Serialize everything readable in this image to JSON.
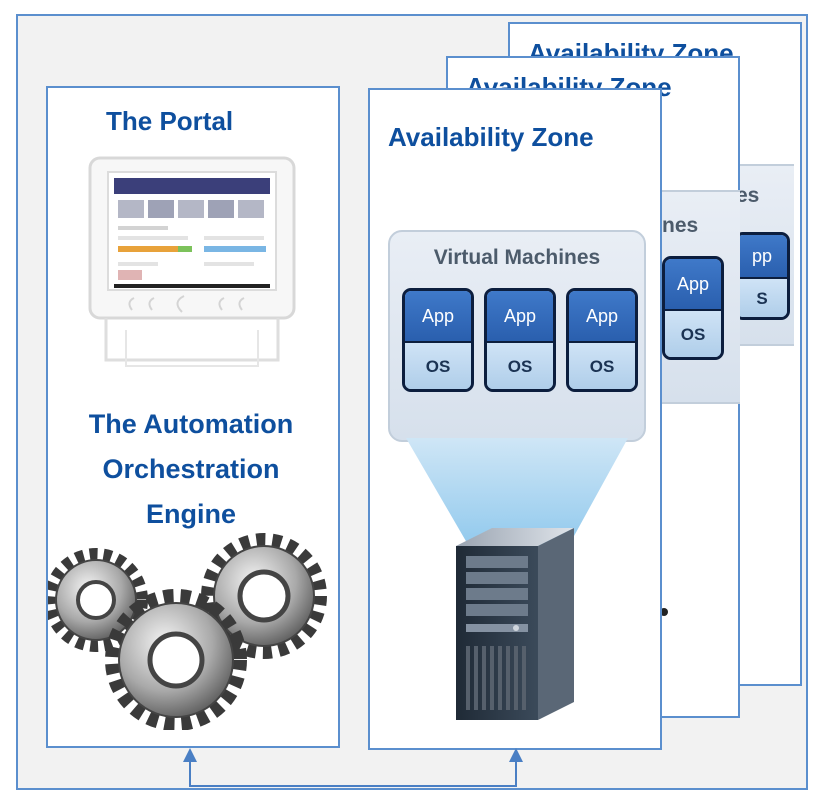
{
  "portal": {
    "title": "The Portal",
    "engine_title_lines": [
      "The Automation",
      "Orchestration",
      "Engine"
    ]
  },
  "zones": {
    "front_title": "Availability Zone",
    "middle_title": "Availability Zone",
    "back_title": "Availability Zone",
    "vm_title": "Virtual Machines",
    "middle_vm_title_fragment": "nes",
    "back_vm_title_fragment": "es",
    "vm_app_label": "App",
    "vm_os_label": "OS",
    "back_os_fragment": "S",
    "back_app_fragment": "pp"
  },
  "icons": [
    "monitor-icon",
    "gears-icon",
    "server-tower-icon",
    "double-arrow-connector-icon"
  ],
  "colors": {
    "frame_border": "#5b8fce",
    "title_blue": "#0e4f9e",
    "app_blue": "#2a5fae",
    "os_light_blue": "#bcd8f0"
  }
}
